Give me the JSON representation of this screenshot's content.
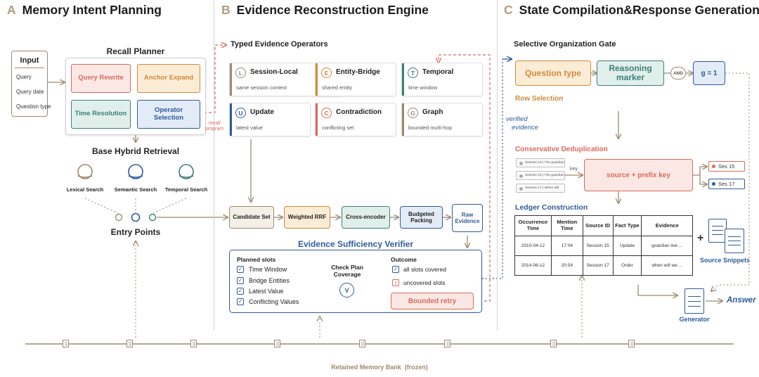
{
  "panels": {
    "a": {
      "letter": "A",
      "title": "Memory Intent Planning"
    },
    "b": {
      "letter": "B",
      "title": "Evidence Reconstruction Engine"
    },
    "c": {
      "letter": "C",
      "title": "State Compilation&Response Generation"
    }
  },
  "input": {
    "title": "Input",
    "items": [
      "Query",
      "Query date",
      "Question type"
    ]
  },
  "recall_planner": {
    "title": "Recall Planner",
    "buttons": [
      "Query Rewrite",
      "Anchor Expand",
      "Time Resolution",
      "Operator Selection"
    ],
    "recall_program_label": [
      "recall",
      "program"
    ]
  },
  "retrieval": {
    "title": "Base Hybrid Retrieval",
    "items": [
      "Lexical Search",
      "Semantic Search",
      "Temporal Search"
    ],
    "entry_points": "Entry Points"
  },
  "operators": {
    "title": "Typed Evidence Operators",
    "items": [
      {
        "letter": "L",
        "name": "Session-Local",
        "desc": "same session context",
        "color": "#9c8a6e"
      },
      {
        "letter": "E",
        "name": "Entity-Bridge",
        "desc": "shared entity",
        "color": "#d08a3a"
      },
      {
        "letter": "T",
        "name": "Temporal",
        "desc": "time window",
        "color": "#3d7f77"
      },
      {
        "letter": "U",
        "name": "Update",
        "desc": "latest value",
        "color": "#2e5b9a"
      },
      {
        "letter": "C",
        "name": "Contradiction",
        "desc": "conflicting set",
        "color": "#d86a5c"
      },
      {
        "letter": "G",
        "name": "Graph",
        "desc": "bounded multi-hop",
        "color": "#9c8a6e"
      }
    ]
  },
  "pipeline": {
    "candidate": "Candidate Set",
    "rrf": "Weighted RRF",
    "cross": "Cross-encoder",
    "packing": "Budgeted Packing",
    "raw": "Raw Evidence"
  },
  "verifier": {
    "title": "Evidence Sufficiency Verifier",
    "planned_title": "Planned slots",
    "slots": [
      "Time Window",
      "Bridge Entities",
      "Latest Value",
      "Conflicting Values"
    ],
    "check": "Check Plan Coverage",
    "check_symbol": "V",
    "outcome_title": "Outcome",
    "covered": "all slots covered",
    "uncovered": "uncovered slots",
    "uncovered_symbol": "!",
    "retry": "Bounded retry",
    "check_mark": "✓"
  },
  "gate": {
    "title": "Selective Organization Gate",
    "question_type": "Question type",
    "reasoning_marker": "Reasoning marker",
    "and_label": "AND",
    "g_value": "g = 1",
    "row_selection": "Row Selection",
    "verified_evidence": [
      "verified",
      "evidence"
    ]
  },
  "dedup": {
    "title": "Conservative Deduplication",
    "sessions": [
      "Session 15 | The guardian",
      "Session 15 | The guardian",
      "Session 17 | When will"
    ],
    "key_label": "key",
    "prefix_key": "source + prefix key",
    "outputs": [
      "Ses 15",
      "Ses 17"
    ]
  },
  "ledger": {
    "title": "Ledger Construction",
    "headers": [
      "Occurrence Time",
      "Mention Time",
      "Source ID",
      "Fact Type",
      "Evidence"
    ],
    "rows": [
      [
        "2010-04-12",
        "17:04",
        "Session 15",
        "Update",
        "guardian live ..."
      ],
      [
        "2014-06-12",
        "20:54",
        "Session 17",
        "Order",
        "when will we ..."
      ]
    ],
    "plus": "+",
    "snippets": "Source Snippets"
  },
  "generator": {
    "label": "Generator",
    "answer": "Answer"
  },
  "memory_bank": {
    "label": "Retained Memory Bank  (frozen)"
  },
  "colors": {
    "tan": "#9c8a6e",
    "orange": "#d08a3a",
    "teal": "#3d7f77",
    "blue": "#2e5b9a",
    "red": "#d86a5c"
  }
}
